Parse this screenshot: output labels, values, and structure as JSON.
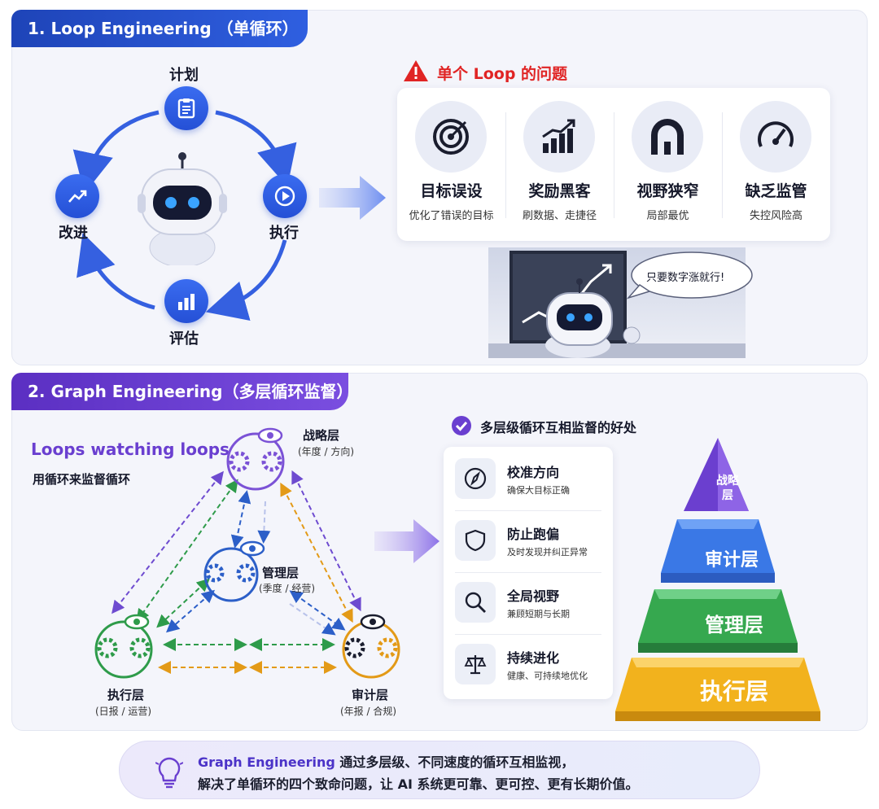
{
  "section1": {
    "title": "1. Loop Engineering （单循环）",
    "loop": {
      "plan": "计划",
      "execute": "执行",
      "evaluate": "评估",
      "improve": "改进"
    },
    "problems_title": "单个 Loop 的问题",
    "problems": [
      {
        "title": "目标误设",
        "sub": "优化了错误的目标",
        "icon": "target-icon"
      },
      {
        "title": "奖励黑客",
        "sub": "刷数据、走捷径",
        "icon": "chart-up-icon"
      },
      {
        "title": "视野狭窄",
        "sub": "局部最优",
        "icon": "tunnel-icon"
      },
      {
        "title": "缺乏监管",
        "sub": "失控风险高",
        "icon": "gauge-icon"
      }
    ],
    "speech": "只要数字涨就行!"
  },
  "section2": {
    "title": "2. Graph Engineering（多层循环监督）",
    "tagline": "Loops watching loops",
    "tagline_sub": "用循环来监督循环",
    "nodes": {
      "strategy": {
        "name": "战略层",
        "sub": "(年度 / 方向)"
      },
      "management": {
        "name": "管理层",
        "sub": "(季度 / 经营)"
      },
      "execution": {
        "name": "执行层",
        "sub": "(日报 / 运营)"
      },
      "audit": {
        "name": "审计层",
        "sub": "(年报 / 合规)"
      }
    },
    "benefits_title": "多层级循环互相监督的好处",
    "benefits": [
      {
        "title": "校准方向",
        "sub": "确保大目标正确",
        "icon": "compass-icon"
      },
      {
        "title": "防止跑偏",
        "sub": "及时发现并纠正异常",
        "icon": "shield-icon"
      },
      {
        "title": "全局视野",
        "sub": "兼顾短期与长期",
        "icon": "magnifier-icon"
      },
      {
        "title": "持续进化",
        "sub": "健康、可持续地优化",
        "icon": "scale-icon"
      }
    ],
    "pyramid": {
      "top": "战略层",
      "l2": "审计层",
      "l3": "管理层",
      "l4": "执行层"
    },
    "colors": {
      "strategy": "#7b52d6",
      "management": "#2c5fc8",
      "execution": "#2e9b4a",
      "audit": "#e39a17"
    }
  },
  "footer": {
    "highlight": "Graph Engineering",
    "line1_rest": " 通过多层级、不同速度的循环互相监视，",
    "line2": "解决了单循环的四个致命问题，让 AI 系统更可靠、更可控、更有长期价值。"
  }
}
